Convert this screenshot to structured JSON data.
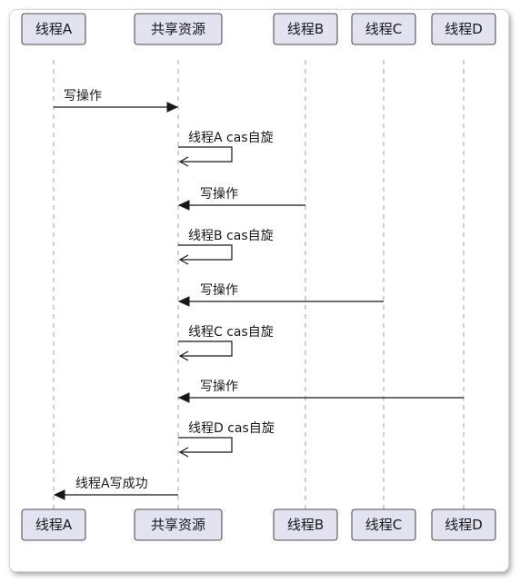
{
  "participants": [
    {
      "id": "A",
      "label": "线程A"
    },
    {
      "id": "S",
      "label": "共享资源"
    },
    {
      "id": "B",
      "label": "线程B"
    },
    {
      "id": "C",
      "label": "线程C"
    },
    {
      "id": "D",
      "label": "线程D"
    }
  ],
  "messages": [
    {
      "from": "A",
      "to": "S",
      "label": "写操作"
    },
    {
      "from": "S",
      "to": "S",
      "label": "线程A cas自旋"
    },
    {
      "from": "B",
      "to": "S",
      "label": "写操作"
    },
    {
      "from": "S",
      "to": "S",
      "label": "线程B cas自旋"
    },
    {
      "from": "C",
      "to": "S",
      "label": "写操作"
    },
    {
      "from": "S",
      "to": "S",
      "label": "线程C cas自旋"
    },
    {
      "from": "D",
      "to": "S",
      "label": "写操作"
    },
    {
      "from": "S",
      "to": "S",
      "label": "线程D cas自旋"
    },
    {
      "from": "S",
      "to": "A",
      "label": "线程A写成功"
    }
  ]
}
